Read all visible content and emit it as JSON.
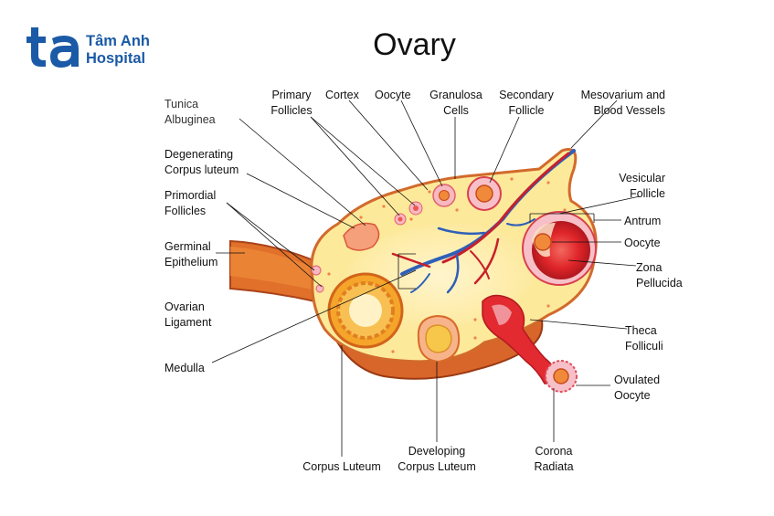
{
  "title": "Ovary",
  "logo": {
    "mark": "ta",
    "line1": "Tâm Anh",
    "line2": "Hospital",
    "color": "#1b5aa6"
  },
  "labels": {
    "tunica": "Tunica\nAlbuginea",
    "primary_follicles": "Primary\nFollicles",
    "cortex": "Cortex",
    "oocyte_top": "Oocyte",
    "granulosa": "Granulosa\nCells",
    "secondary": "Secondary\nFollicle",
    "mesovarium": "Mesovarium and\nBlood Vessels",
    "degenerating": "Degenerating\nCorpus luteum",
    "primordial": "Primordial\nFollicles",
    "germinal": "Germinal\nEpithelium",
    "ligament": "Ovarian\nLigament",
    "medulla": "Medulla",
    "corpus_luteum": "Corpus Luteum",
    "developing": "Developing\nCorpus Luteum",
    "corona": "Corona\nRadiata",
    "vesicular": "Vesicular\nFollicle",
    "antrum": "Antrum",
    "oocyte_right": "Oocyte",
    "zona": "Zona\nPellucida",
    "theca": "Theca\nFolliculi",
    "ovulated": "Ovulated\nOocyte"
  },
  "colors": {
    "cortex_yellow": "#fde99a",
    "medulla_yellow": "#fff3c4",
    "tissue_orange": "#e8772a",
    "tissue_dark": "#b8451a",
    "follicle_red": "#e02a2a",
    "follicle_pink": "#f7b8c0",
    "vein_blue": "#2f5fb8",
    "artery_red": "#c8202a"
  }
}
